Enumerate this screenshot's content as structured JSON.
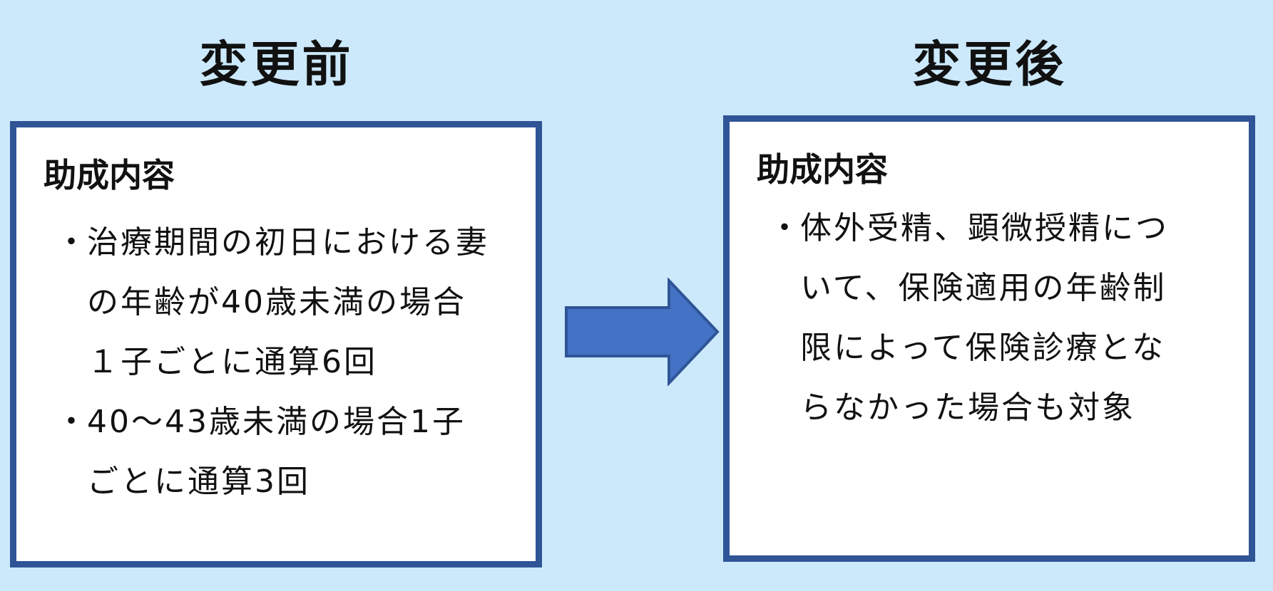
{
  "before": {
    "heading": "変更前",
    "panel_title": "助成内容",
    "bullet": "・",
    "items": [
      "治療期間の初日における妻の年齢が40歳未満の場合１子ごとに通算6回",
      "40～43歳未満の場合1子ごとに通算3回"
    ]
  },
  "after": {
    "heading": "変更後",
    "panel_title": "助成内容",
    "bullet": "・",
    "items": [
      "体外受精、顕微授精について、保険適用の年齢制限によって保険診療とならなかった場合も対象"
    ]
  },
  "colors": {
    "background": "#cce9fc",
    "panel_border": "#2f5597",
    "panel_fill": "#ffffff",
    "arrow_fill": "#4472c4",
    "arrow_stroke": "#2f5597"
  },
  "icons": {
    "arrow": "right-arrow-icon"
  }
}
